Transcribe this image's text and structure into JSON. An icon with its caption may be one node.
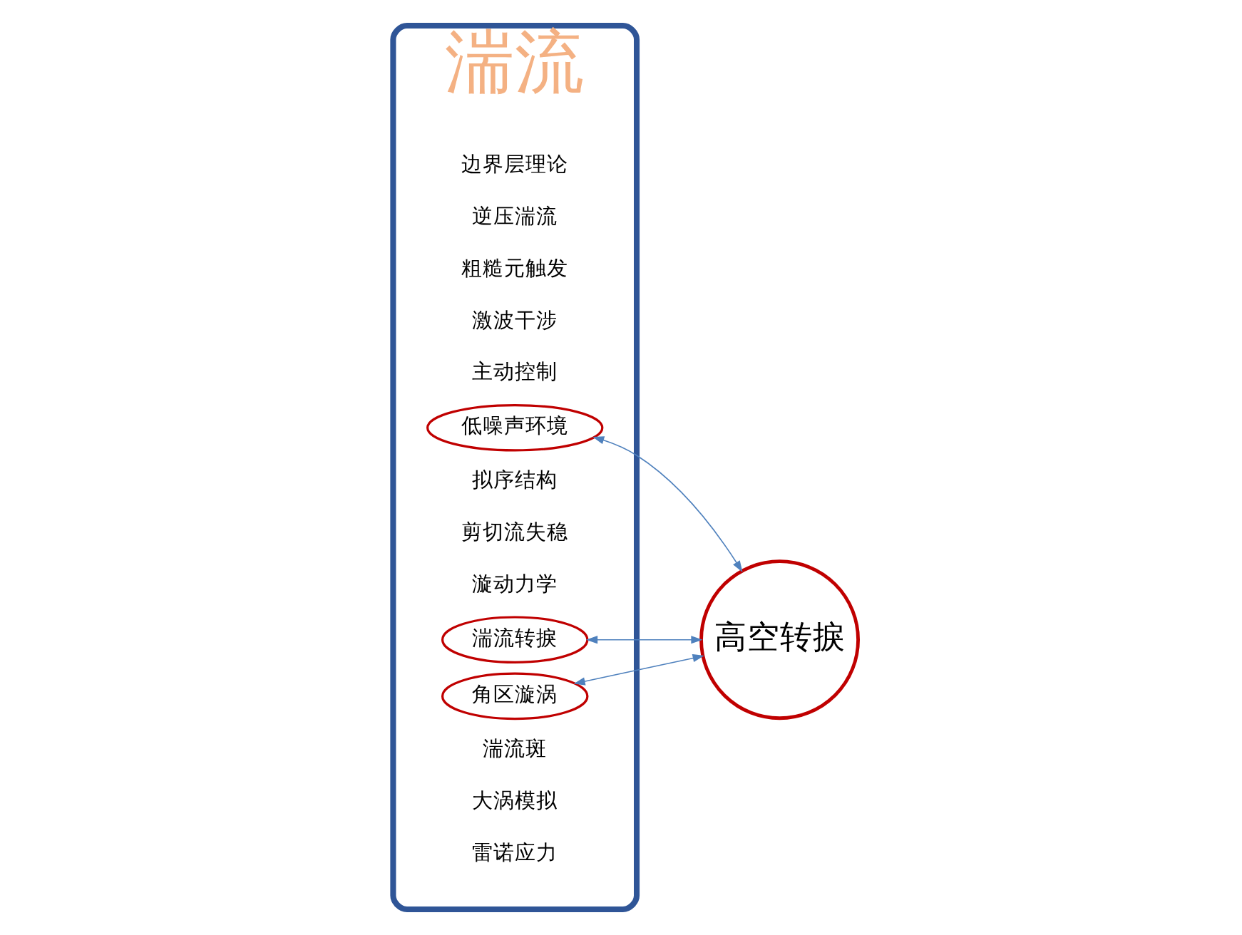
{
  "diagram": {
    "nodes": [
      {
        "text": [
          "湍流"
        ]
      },
      {
        "text": [
          "边界层理论"
        ],
        "in": 0
      },
      {
        "text": [
          "逆压湍流"
        ],
        "in": 0
      },
      {
        "text": [
          "粗糙元触发"
        ],
        "in": 0
      },
      {
        "text": [
          "激波干涉"
        ],
        "in": 0
      },
      {
        "text": [
          "主动控制"
        ],
        "in": 0
      },
      {
        "text": [
          "低噪声环境"
        ],
        "in": 0
      },
      {
        "text": [
          "拟序结构"
        ],
        "in": 0
      },
      {
        "text": [
          "剪切流失稳"
        ],
        "in": 0
      },
      {
        "text": [
          "漩动力学"
        ],
        "in": 0
      },
      {
        "text": [
          "湍流转捩"
        ],
        "in": 0
      },
      {
        "text": [
          "角区漩涡"
        ],
        "in": 0
      },
      {
        "text": [
          "湍流斑"
        ],
        "in": 0
      },
      {
        "text": [
          "大涡模拟"
        ],
        "in": 0
      },
      {
        "text": [
          "雷诺应力"
        ],
        "in": 0
      },
      {
        "text": [
          "高空转捩"
        ]
      }
    ],
    "edges": [
      {
        "from": 6,
        "to": 15,
        "arrow": "both"
      },
      {
        "from": 10,
        "to": 15,
        "arrow": "both"
      },
      {
        "from": 11,
        "to": 15,
        "arrow": "both"
      }
    ]
  }
}
